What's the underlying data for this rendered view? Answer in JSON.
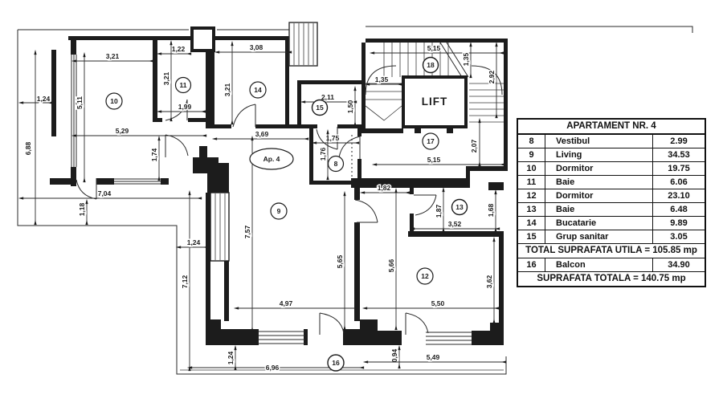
{
  "colors": {
    "ink": "#1c1c1c",
    "paper": "#ffffff"
  },
  "plan": {
    "apartment_label": "Ap. 4",
    "lift_label": "LIFT",
    "rooms": {
      "r8": "8",
      "r9": "9",
      "r10": "10",
      "r11": "11",
      "r12": "12",
      "r13": "13",
      "r14": "14",
      "r15": "15",
      "r16": "16",
      "r17": "17",
      "r18": "18"
    },
    "dims": {
      "d124_topleft": "1,24",
      "d688": "6,88",
      "d511": "5,11",
      "d321_r10": "3,21",
      "d122": "1,22",
      "d321_r11": "3,21",
      "d199": "1,99",
      "d529": "5,29",
      "d174": "1,74",
      "d704": "7,04",
      "d118": "1,18",
      "d308": "3,08",
      "d321_r14": "3,21",
      "d369": "3,69",
      "d211": "2,11",
      "d150": "1,50",
      "d135h": "1,35",
      "d515top": "5,15",
      "d135v": "1,35",
      "d292": "2,92",
      "d175": "1,75",
      "d176": "1,76",
      "d515bot": "5,15",
      "d207": "2,07",
      "d182": "1,82",
      "d187": "1,87",
      "d168": "1,68",
      "d352": "3,52",
      "d757": "7,57",
      "d565": "5,65",
      "d566": "5,66",
      "d362": "3,62",
      "d550": "5,50",
      "d497": "4,97",
      "d712": "7,12",
      "d124_mid": "1,24",
      "d124_bot": "1,24",
      "d696": "6,96",
      "d094": "0,94",
      "d549": "5,49"
    }
  },
  "panel": {
    "title": "APARTAMENT NR. 4",
    "rows": [
      {
        "no": "8",
        "name": "Vestibul",
        "area": "2.99"
      },
      {
        "no": "9",
        "name": "Living",
        "area": "34.53"
      },
      {
        "no": "10",
        "name": "Dormitor",
        "area": "19.75"
      },
      {
        "no": "11",
        "name": "Baie",
        "area": "6.06"
      },
      {
        "no": "12",
        "name": "Dormitor",
        "area": "23.10"
      },
      {
        "no": "13",
        "name": "Baie",
        "area": "6.48"
      },
      {
        "no": "14",
        "name": "Bucatarie",
        "area": "9.89"
      },
      {
        "no": "15",
        "name": "Grup sanitar",
        "area": "3.05"
      }
    ],
    "total_utila": "TOTAL SUPRAFATA UTILA = 105.85 mp",
    "balcon_row": {
      "no": "16",
      "name": "Balcon",
      "area": "34.90"
    },
    "total_totala": "SUPRAFATA TOTALA = 140.75 mp"
  }
}
